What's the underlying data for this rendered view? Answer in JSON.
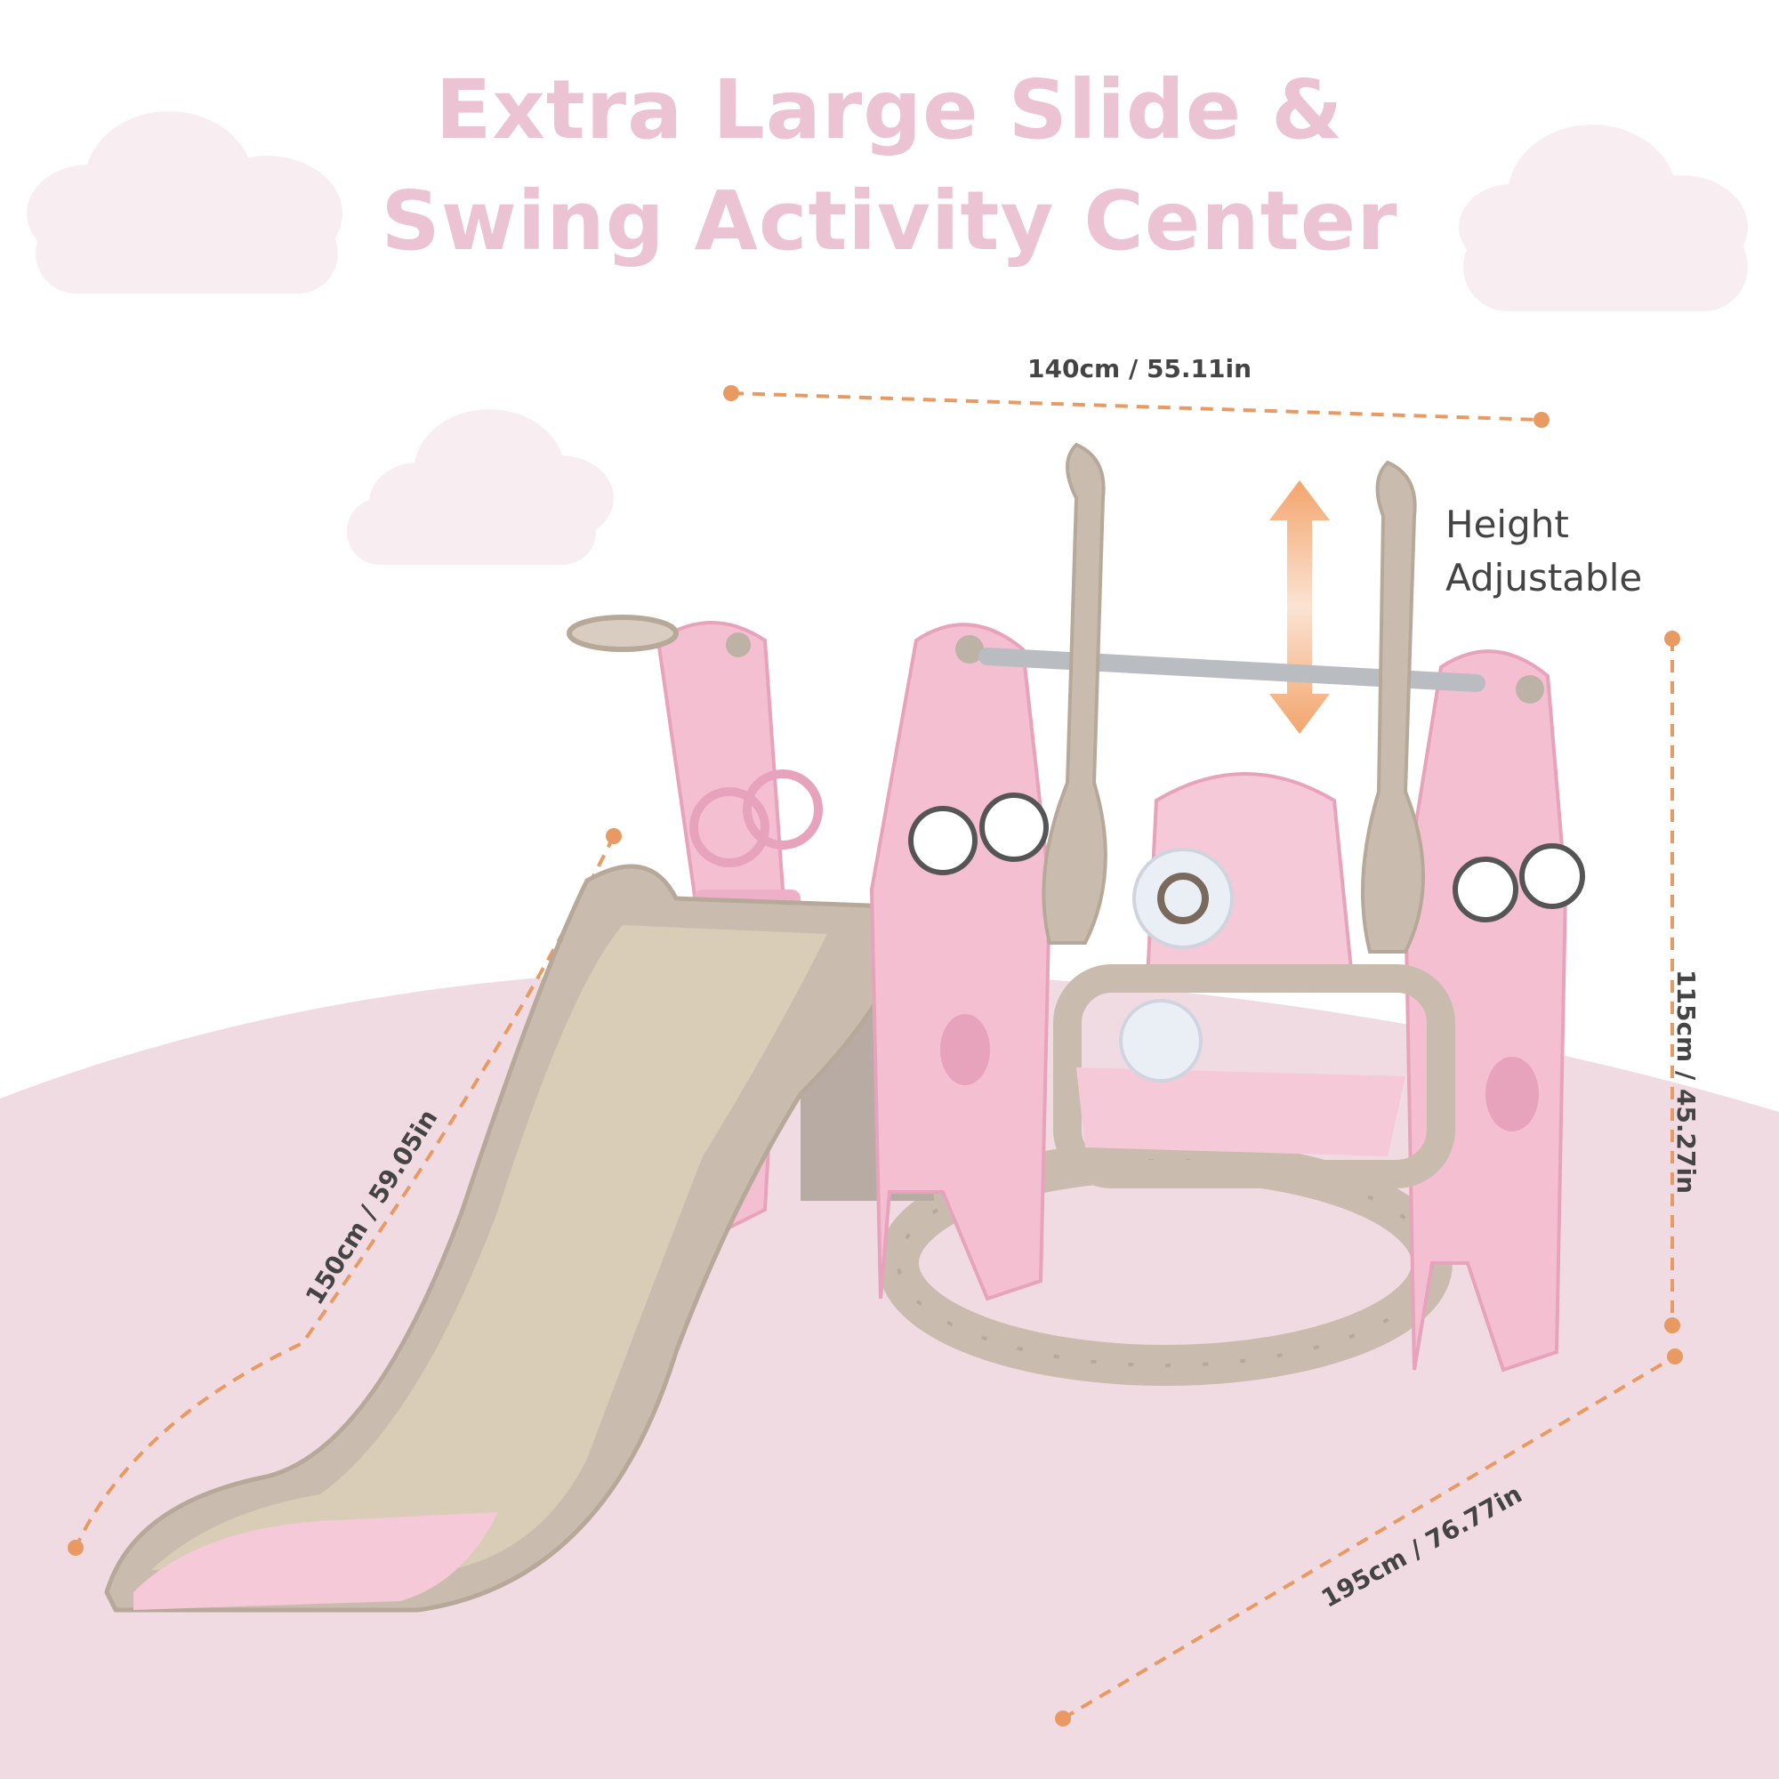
{
  "title": {
    "line1": "Extra Large Slide &",
    "line2": "Swing Activity Center"
  },
  "dimensions": {
    "width": "140cm / 55.11in",
    "height": "115cm / 45.27in",
    "slide_length": "150cm / 59.05in",
    "length": "195cm / 76.77in"
  },
  "feature": {
    "line1": "Height",
    "line2": "Adjustable",
    "icon": "up-down-arrow-icon"
  },
  "colors": {
    "title": "#ecc3d3",
    "dimension_line": "#e89a62",
    "product_pink": "#f5bfd2",
    "product_taupe": "#c9bcae",
    "ground_pink": "#f1dbe3"
  }
}
